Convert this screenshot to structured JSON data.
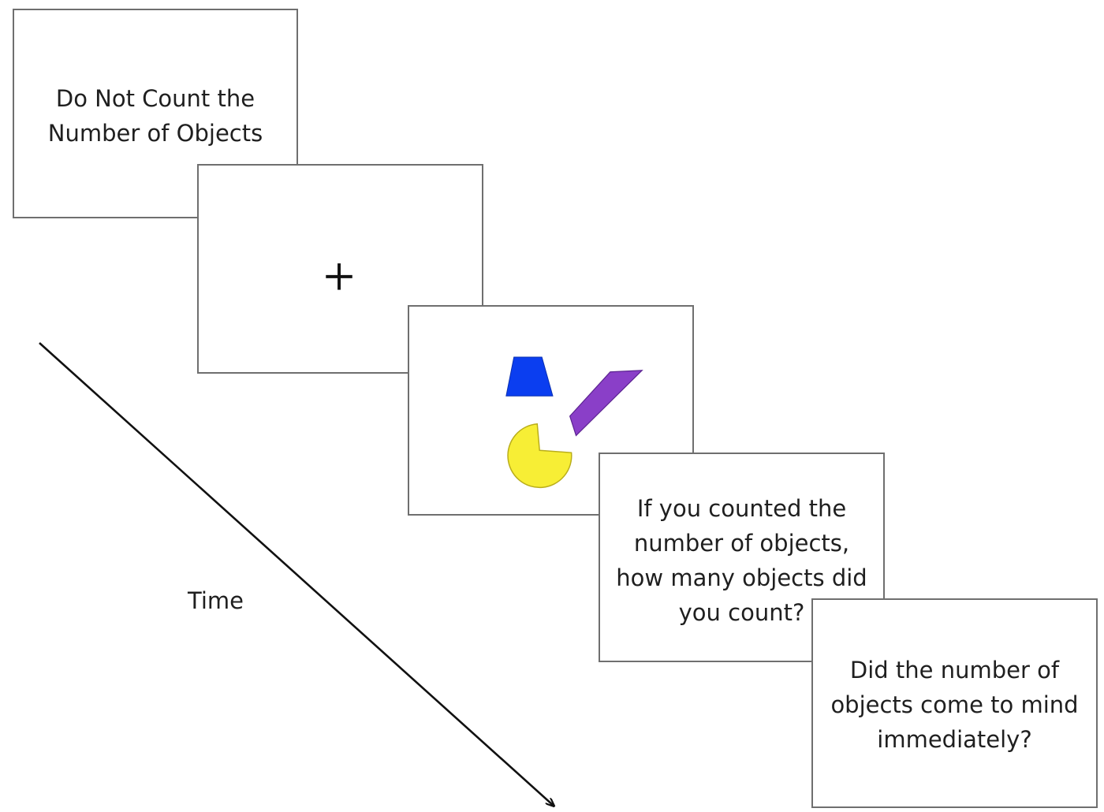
{
  "screens": [
    {
      "text": "Do Not Count the\nNumber of Objects"
    },
    {
      "symbol": "+"
    },
    {
      "objects": [
        {
          "shape": "trapezoid",
          "color": "#0b3ef0"
        },
        {
          "shape": "parallelogram",
          "color": "#8a3fc8"
        },
        {
          "shape": "pacman",
          "color": "#f7ee35"
        }
      ]
    },
    {
      "text": "If you counted the\nnumber of objects,\nhow many objects did\nyou count?"
    },
    {
      "text": "Did the number of\nobjects come to mind\nimmediately?"
    }
  ],
  "timeline": {
    "label": "Time"
  },
  "colors": {
    "border": "#6f6f6f",
    "text": "#1f1f1f",
    "arrow": "#111111"
  }
}
